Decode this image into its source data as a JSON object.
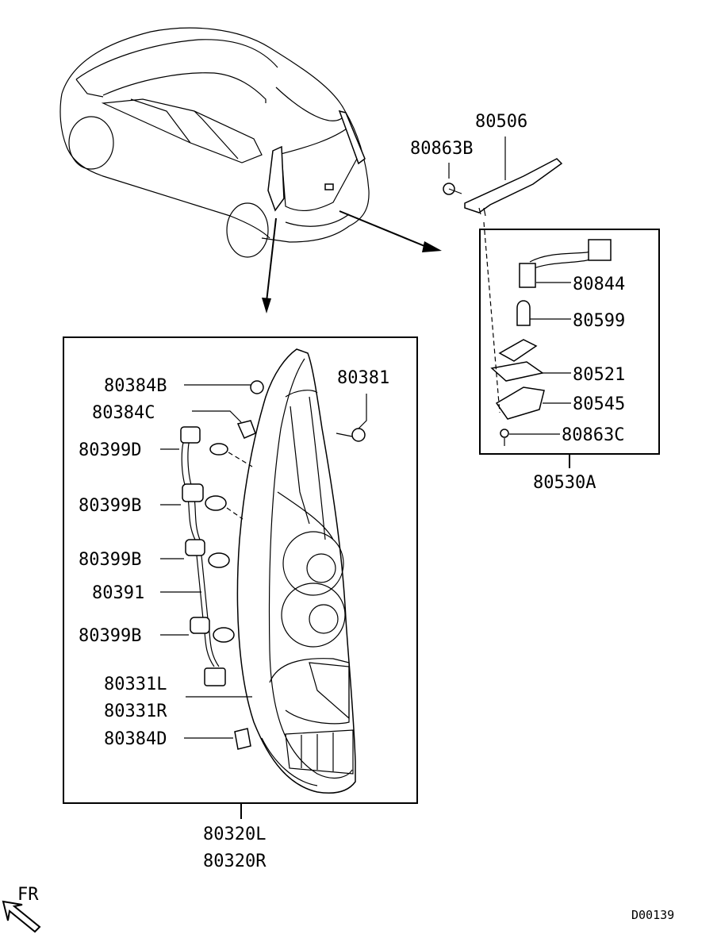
{
  "parts": {
    "p80506": "80506",
    "p80863B": "80863B",
    "p80844": "80844",
    "p80599": "80599",
    "p80521": "80521",
    "p80545": "80545",
    "p80863C": "80863C",
    "p80530A": "80530A",
    "p80384B": "80384B",
    "p80384C": "80384C",
    "p80381": "80381",
    "p80399D": "80399D",
    "p80399B_1": "80399B",
    "p80399B_2": "80399B",
    "p80391": "80391",
    "p80399B_3": "80399B",
    "p80331L": "80331L",
    "p80331R": "80331R",
    "p80384D": "80384D",
    "p80320L": "80320L",
    "p80320R": "80320R"
  },
  "direction_label": "FR",
  "diagram_code": "D00139"
}
